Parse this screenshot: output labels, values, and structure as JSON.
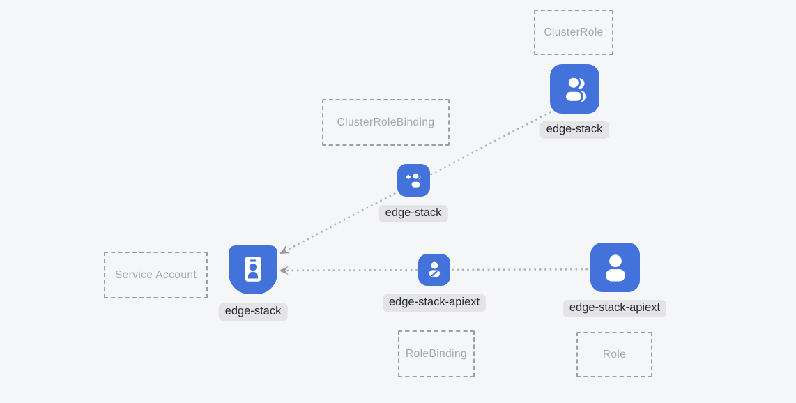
{
  "colors": {
    "background": "#f5f6f7",
    "node_blue": "#4372db",
    "label_pill_bg": "#e4e4e6",
    "label_text": "#2a2d30",
    "dashed_box_border": "#9ba0a4",
    "dashed_box_text": "#a4a8ac",
    "dotted_line": "#b2b2b2",
    "arrowhead": "#9a9a9a"
  },
  "type_boxes": [
    {
      "label": "ClusterRole"
    },
    {
      "label": "ClusterRoleBinding"
    },
    {
      "label": "Service Account"
    },
    {
      "label": "RoleBinding"
    },
    {
      "label": "Role"
    }
  ],
  "nodes": [
    {
      "name": "edge-stack",
      "kind": "ClusterRole",
      "icon": "users-icon"
    },
    {
      "name": "edge-stack",
      "kind": "ClusterRoleBinding",
      "icon": "user-plus-icon"
    },
    {
      "name": "edge-stack",
      "kind": "ServiceAccount",
      "icon": "id-badge-icon"
    },
    {
      "name": "edge-stack-apiext",
      "kind": "RoleBinding",
      "icon": "user-edit-icon"
    },
    {
      "name": "edge-stack-apiext",
      "kind": "Role",
      "icon": "user-icon"
    }
  ],
  "edges": [
    {
      "from": "ClusterRole edge-stack",
      "via": "ClusterRoleBinding edge-stack",
      "to": "ServiceAccount edge-stack",
      "style": "dotted-arrow"
    },
    {
      "from": "Role edge-stack-apiext",
      "via": "RoleBinding edge-stack-apiext",
      "to": "ServiceAccount edge-stack",
      "style": "dotted-arrow"
    }
  ]
}
